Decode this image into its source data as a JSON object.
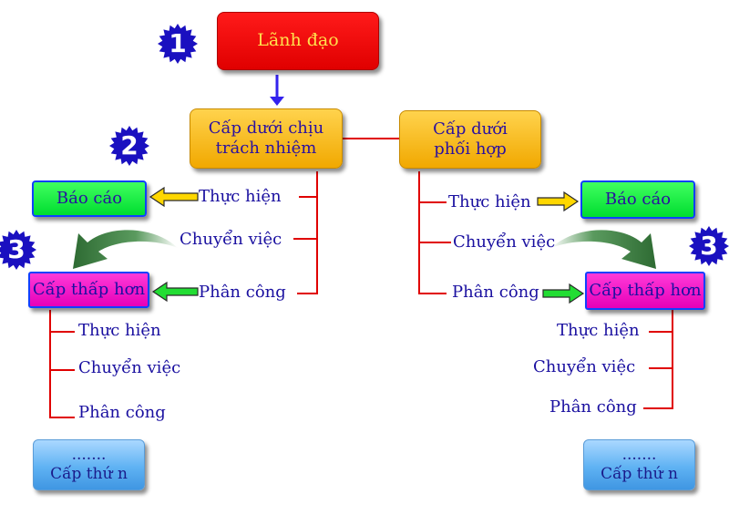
{
  "nodes": {
    "leader": "Lãnh đạo",
    "responsible": "Cấp dưới chịu trách nhiệm",
    "coordinate": "Cấp dưới phối hợp",
    "report_left": "Báo cáo",
    "report_right": "Báo cáo",
    "lower_left": "Cấp thấp hơn",
    "lower_right": "Cấp thấp hơn",
    "level_n_left": {
      "dots": ".......",
      "label": "Cấp thứ n"
    },
    "level_n_right": {
      "dots": ".......",
      "label": "Cấp thứ n"
    }
  },
  "branches": {
    "responsible": [
      "Thực hiện",
      "Chuyển việc",
      "Phân công"
    ],
    "coordinate": [
      "Thực hiện",
      "Chuyển việc",
      "Phân công"
    ],
    "lower_left": [
      "Thực hiện",
      "Chuyển việc",
      "Phân công"
    ],
    "lower_right": [
      "Thực hiện",
      "Chuyển việc",
      "Phân công"
    ]
  },
  "badges": [
    "1",
    "2",
    "3",
    "3"
  ],
  "colors": {
    "connector": "#e00000",
    "arrow_blue": "#3322ee",
    "arrow_yellow": "#ffd700",
    "arrow_green": "#22dd33",
    "curved_arrow": "#2f7a3a",
    "badge": "#1a10c0"
  }
}
